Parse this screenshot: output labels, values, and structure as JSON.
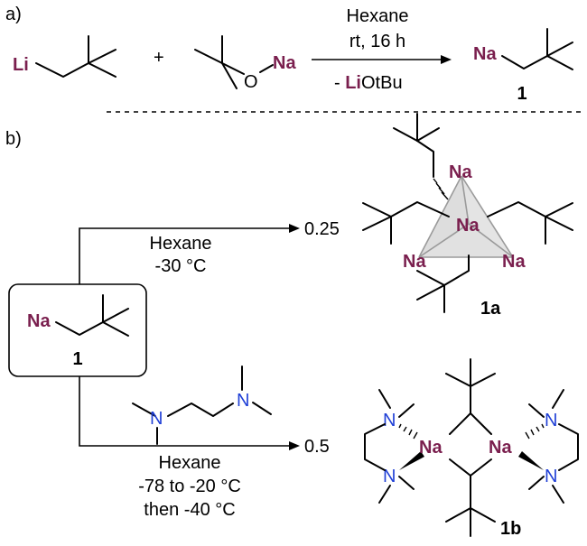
{
  "colors": {
    "metal": "#7a1f4e",
    "nitrogen": "#1f3fd6",
    "face": "#d9d9d9"
  },
  "panel_a": {
    "label": "a)",
    "li": "Li",
    "plus": "+",
    "o": "O",
    "na_reagent": "Na",
    "cond_solvent": "Hexane",
    "cond_time": "rt, 16 h",
    "byproduct_prefix": "- ",
    "byproduct_li": "Li",
    "byproduct_rest": "OtBu",
    "product_na": "Na",
    "product_num": "1"
  },
  "panel_b": {
    "label": "b)",
    "start_na": "Na",
    "start_num": "1",
    "upper": {
      "solvent": "Hexane",
      "temp": "-30 °C",
      "ratio": "0.25"
    },
    "lower": {
      "solvent": "Hexane",
      "temp1": "-78 to -20 °C",
      "temp2": "then -40 °C",
      "ratio": "0.5"
    },
    "cluster": {
      "na1": "Na",
      "na2": "Na",
      "na3": "Na",
      "na4": "Na",
      "label": "1a"
    },
    "dimer": {
      "na_left": "Na",
      "na_right": "Na",
      "n": "N",
      "label": "1b"
    },
    "tmeda_n": "N"
  }
}
